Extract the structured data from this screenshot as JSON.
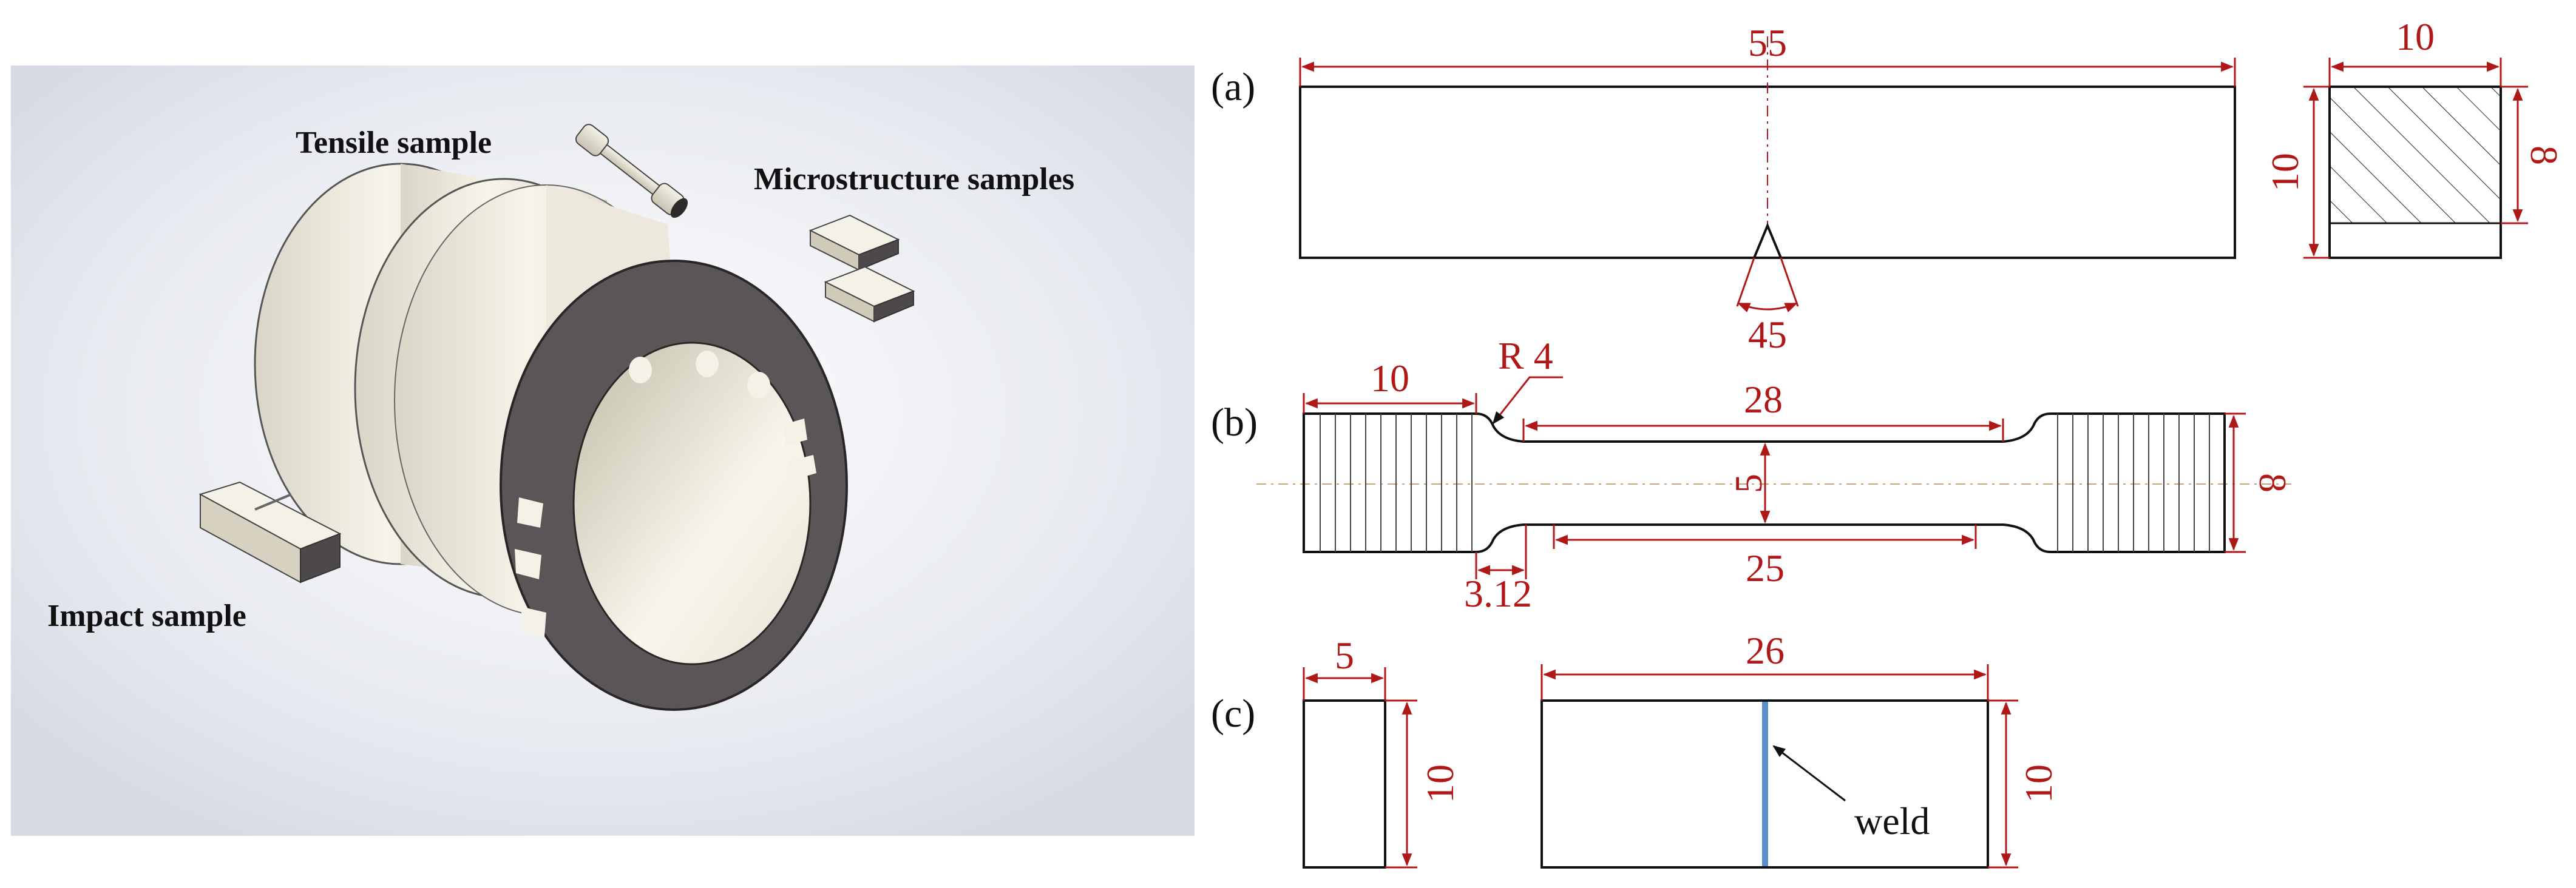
{
  "colors": {
    "dimension": "#b01818",
    "outline": "#111111",
    "weld": "#5b8fc9"
  },
  "figure_3d": {
    "labels": {
      "tensile": "Tensile sample",
      "microstructure": "Microstructure samples",
      "impact": "Impact sample"
    }
  },
  "panel_a": {
    "tag": "(a)",
    "length": "55",
    "notch_angle": "45",
    "section_width": "10",
    "section_height": "10",
    "ligament": "8"
  },
  "panel_b": {
    "tag": "(b)",
    "grip_length": "10",
    "radius": "R 4",
    "parallel_length": "28",
    "gauge_length": "25",
    "width": "5",
    "grip_width": "8",
    "offset": "3.12"
  },
  "panel_c": {
    "tag": "(c)",
    "side_width": "5",
    "side_height": "10",
    "length": "26",
    "height": "10",
    "weld_label": "weld"
  }
}
